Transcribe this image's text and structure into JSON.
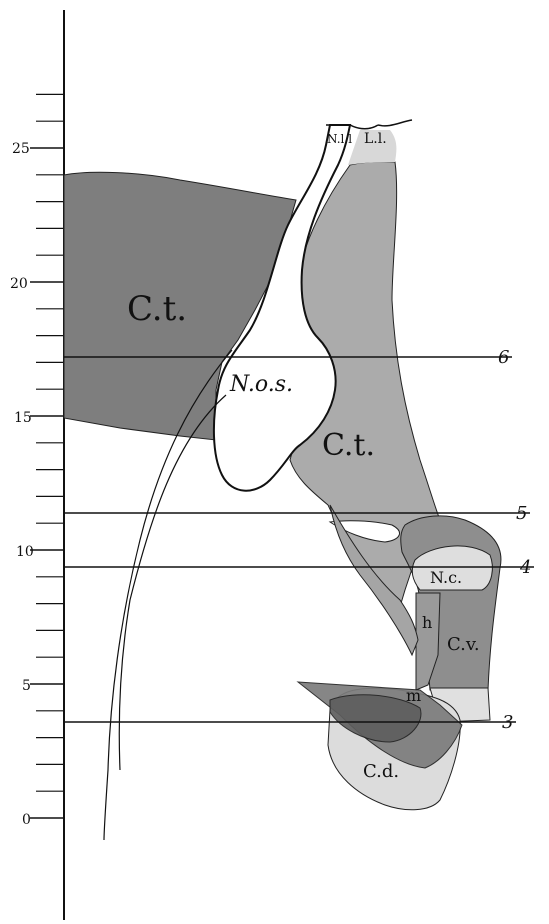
{
  "scale": {
    "labels": [
      "25",
      "20",
      "15",
      "10",
      "5",
      "0"
    ]
  },
  "sections": {
    "labels": [
      "6",
      "5",
      "4",
      "3"
    ]
  },
  "regions": {
    "ct_left": "C.t.",
    "ct_right": "C.t.",
    "nos": "N.o.s.",
    "nll": "N.l.l",
    "ll": "L.l.",
    "nc": "N.c.",
    "cv": "C.v.",
    "h": "h",
    "m": "m",
    "cd": "C.d."
  },
  "colors": {
    "dark_gray": "#7a7a7a",
    "mid_gray": "#9a9a9a",
    "light_gray": "#c2c2c2",
    "pale_gray": "#dcdcdc",
    "line": "#111111"
  }
}
